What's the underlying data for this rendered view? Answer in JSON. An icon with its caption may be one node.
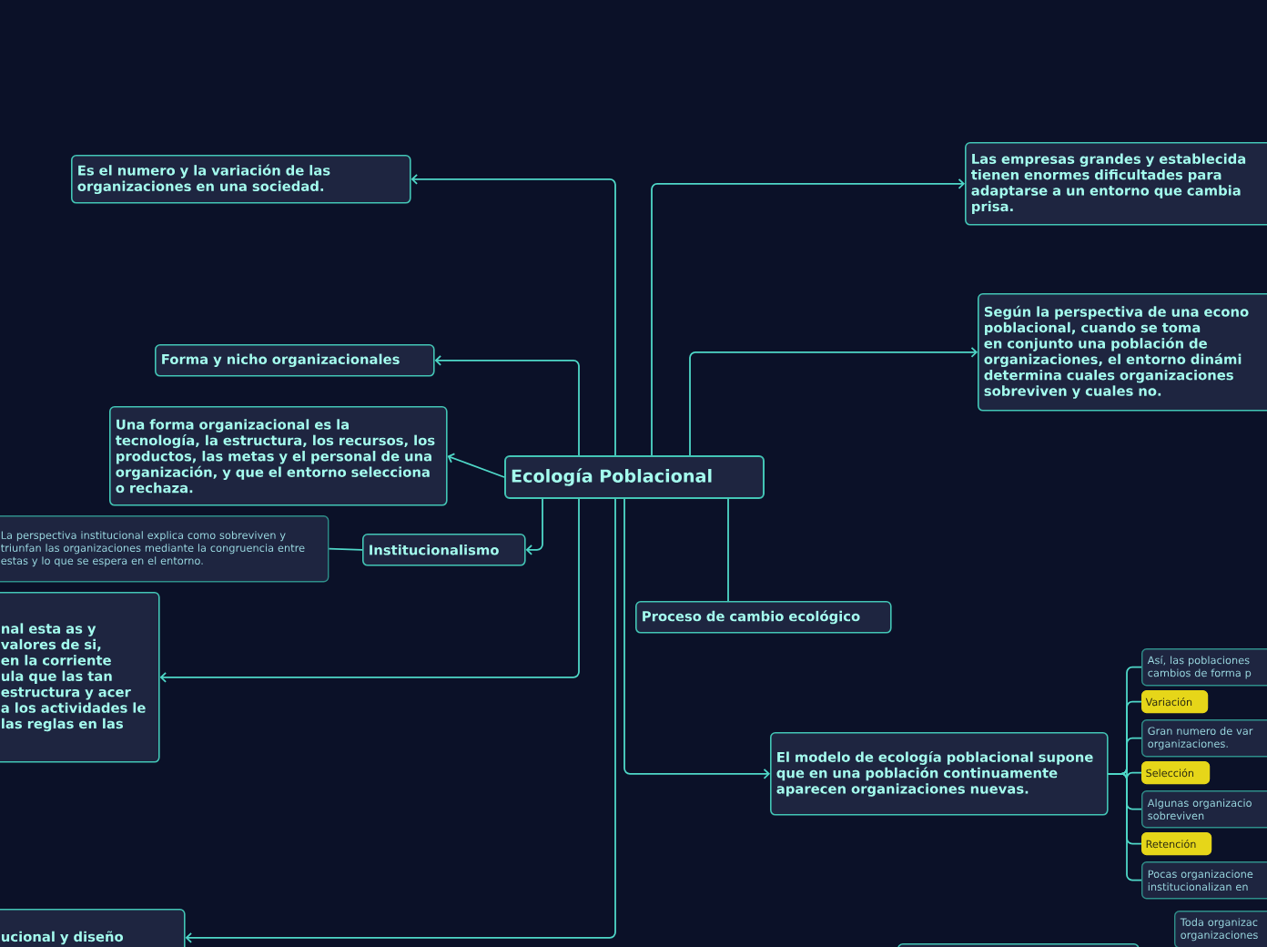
{
  "diagram": {
    "nodes": [
      {
        "text": [
          "Ecología Poblacional"
        ]
      },
      {
        "text": [
          "Es el numero y la variación de las organizaciones en una sociedad."
        ]
      },
      {
        "text": [
          "Forma y nicho organizacionales"
        ]
      },
      {
        "text": [
          "Una forma organizacional es la tecnología, la estructura, los recursos, los productos, las metas y el personal de una organización, y que el entorno selecciona o rechaza."
        ]
      },
      {
        "text": [
          "Institucionalismo"
        ]
      },
      {
        "text": [
          "La perspectiva institucional explica como sobreviven y triunfan las organizaciones mediante la congruencia entre estas y lo que se espera en el entorno."
        ]
      },
      {
        "text": [
          "nal esta as y valores de si, en la corriente ula que las tan estructura y acer a los actividades le las reglas en las"
        ]
      },
      {
        "text": [
          "ucional y diseño"
        ]
      },
      {
        "text": [
          "Las empresas grandes y establecida tienen enormes dificultades para adaptarse a un entorno que cambia prisa."
        ]
      },
      {
        "text": [
          "Según la perspectiva de una econo poblacional, cuando se toma en conjunto una población de organizaciones, el entorno dinámi determina cuales organizaciones sobreviven y cuales no."
        ]
      },
      {
        "text": [
          "Proceso de cambio ecológico"
        ]
      },
      {
        "text": [
          "El modelo de ecología poblacional supone que en una población continuamente aparecen organizaciones nuevas."
        ]
      },
      {
        "text": [
          "Así, las poblaciones cambios de forma p"
        ]
      },
      {
        "text": [
          "Variación"
        ]
      },
      {
        "text": [
          "Gran numero de var organizaciones."
        ]
      },
      {
        "text": [
          "Selección"
        ]
      },
      {
        "text": [
          "Algunas organizacio sobreviven"
        ]
      },
      {
        "text": [
          "Retención"
        ]
      },
      {
        "text": [
          "Pocas organizacione institucionalizan en"
        ]
      },
      {
        "text": [
          "Toda organizac organizaciones"
        ]
      },
      {
        "text": [],
        "shape": "box"
      }
    ],
    "edges": [
      {
        "from": 0,
        "to": 1,
        "arrow": "to"
      },
      {
        "from": 0,
        "to": 2,
        "arrow": "to"
      },
      {
        "from": 0,
        "to": 3,
        "arrow": "to"
      },
      {
        "from": 0,
        "to": 4,
        "arrow": "to"
      },
      {
        "from": 4,
        "to": 5,
        "arrow": "none"
      },
      {
        "from": 0,
        "to": 6,
        "arrow": "to"
      },
      {
        "from": 0,
        "to": 7,
        "arrow": "to"
      },
      {
        "from": 0,
        "to": 8,
        "arrow": "to"
      },
      {
        "from": 0,
        "to": 9,
        "arrow": "to"
      },
      {
        "from": 0,
        "to": 10,
        "arrow": "none"
      },
      {
        "from": 0,
        "to": 11,
        "arrow": "to"
      },
      {
        "from": 11,
        "to": 12,
        "arrow": "none"
      },
      {
        "from": 11,
        "to": 13,
        "arrow": "none"
      },
      {
        "from": 11,
        "to": 14,
        "arrow": "none"
      },
      {
        "from": 11,
        "to": 15,
        "arrow": "none"
      },
      {
        "from": 11,
        "to": 16,
        "arrow": "none"
      },
      {
        "from": 11,
        "to": 17,
        "arrow": "none"
      },
      {
        "from": 11,
        "to": 18,
        "arrow": "none"
      }
    ]
  }
}
